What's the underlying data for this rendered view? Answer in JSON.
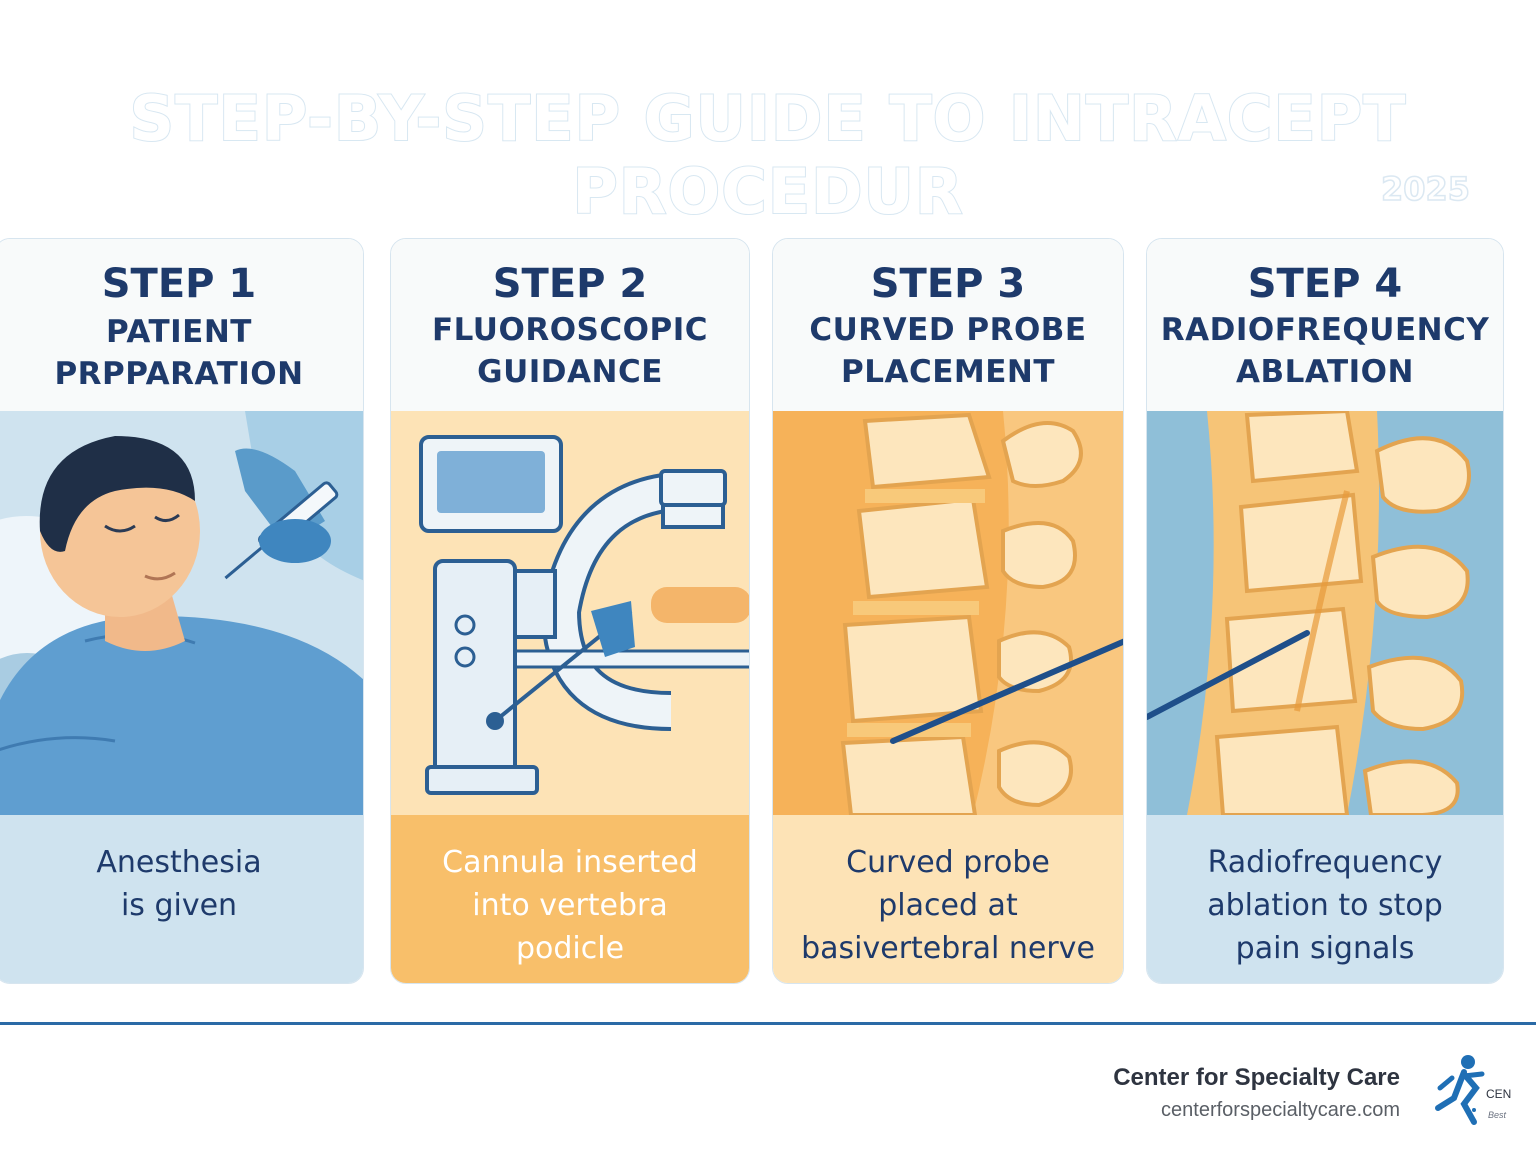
{
  "header": {
    "title": "STEP-BY-STEP GUIDE TO INTRACEPT PROCEDUR",
    "year": "2025"
  },
  "steps": [
    {
      "number": "STEP 1",
      "title": "PATIENT PRPPARATION",
      "description": "Anesthesia\nis given",
      "icon": "patient-anesthesia-illustration"
    },
    {
      "number": "STEP 2",
      "title": "FLUOROSCOPIC\nGUIDANCE",
      "description": "Cannula inserted\ninto vertebra\npodicle",
      "icon": "c-arm-fluoroscope-illustration"
    },
    {
      "number": "STEP 3",
      "title": "CURVED PROBE\nPLACEMENT",
      "description": "Curved probe\nplaced at\nbasivertebral nerve",
      "icon": "spine-probe-illustration"
    },
    {
      "number": "STEP 4",
      "title": "RADIOFREQUENCY\nABLATION",
      "description": "Radiofrequency\nablation to stop\npain signals",
      "icon": "spine-ablation-illustration"
    }
  ],
  "footer": {
    "brand_name": "Center for Specialty Care",
    "brand_url": "centerforspecialtycare.com",
    "logo_text": "CEN",
    "logo_tagline": "Best"
  },
  "colors": {
    "navy": "#1e3a6b",
    "blue_panel": "#c9e0ec",
    "orange_panel": "#f8bf6a",
    "cream_panel": "#fde3b6",
    "divider": "#2a6aa6"
  }
}
